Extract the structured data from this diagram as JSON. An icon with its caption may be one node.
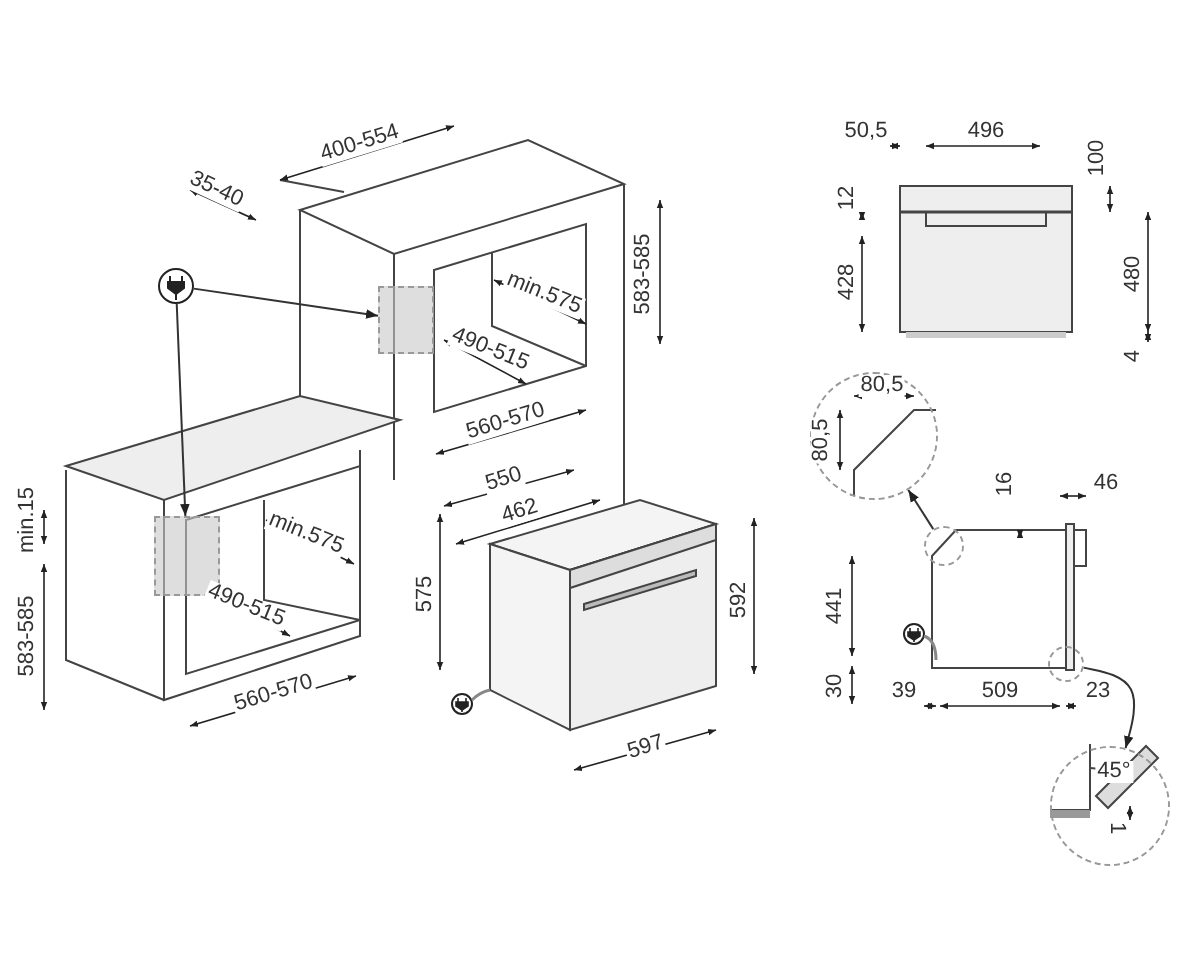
{
  "diagram": {
    "nodes": [
      {
        "text": [],
        "shape": "picture"
      },
      {
        "text": [],
        "shape": "box"
      },
      {
        "text": [],
        "shape": "box"
      },
      {
        "text": [],
        "shape": "circle"
      },
      {
        "text": [],
        "shape": "circle"
      },
      {
        "text": [],
        "shape": "circle"
      },
      {
        "text": [],
        "shape": "circle"
      }
    ],
    "edges": [
      {
        "from": 0,
        "to": 1,
        "arrow": "to"
      },
      {
        "from": 0,
        "to": 2,
        "arrow": "to"
      },
      {
        "from": 3,
        "to": 4,
        "arrow": "to"
      },
      {
        "from": 5,
        "to": 6,
        "arrow": "to"
      }
    ],
    "labels": [
      "400-554",
      "50,5",
      "496",
      "100",
      "35-40",
      "12",
      "583-585",
      "428",
      "480",
      "min.575",
      "490-515",
      "4",
      "80,5",
      "560-570",
      "80,5",
      "550",
      "16",
      "46",
      "min.15",
      "462",
      "min.575",
      "490-515",
      "575",
      "592",
      "441",
      "583-585",
      "560-570",
      "30",
      "39",
      "509",
      "23",
      "597",
      "45°",
      "1"
    ]
  }
}
